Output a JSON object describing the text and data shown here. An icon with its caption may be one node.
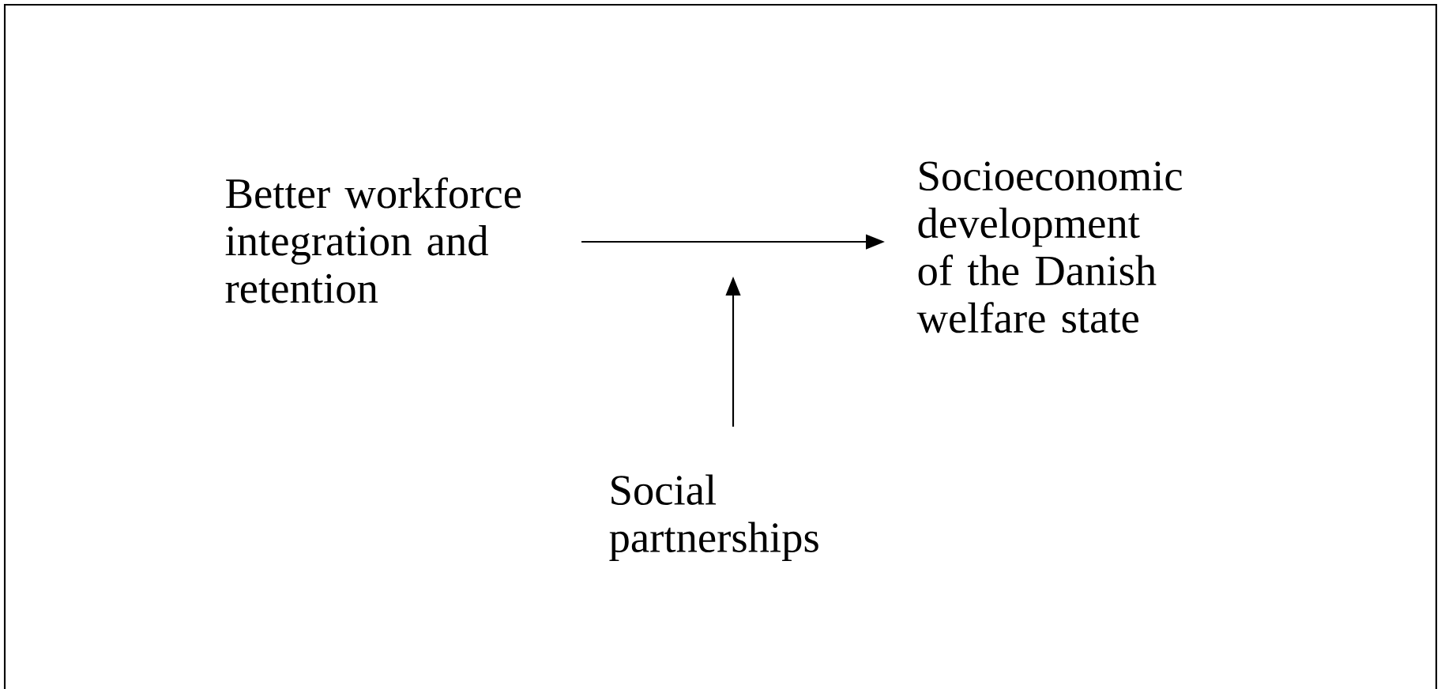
{
  "diagram": {
    "nodes": [
      {
        "text": [
          "Better workforce integration and retention"
        ]
      },
      {
        "text": [
          "Socioeconomic development of the Danish welfare state"
        ]
      },
      {
        "text": [
          "Social partnerships"
        ]
      }
    ],
    "edges": [
      {
        "from": 0,
        "to": 1,
        "arrow": "to"
      },
      {
        "from": 2,
        "to": null,
        "arrow": "to"
      }
    ]
  }
}
